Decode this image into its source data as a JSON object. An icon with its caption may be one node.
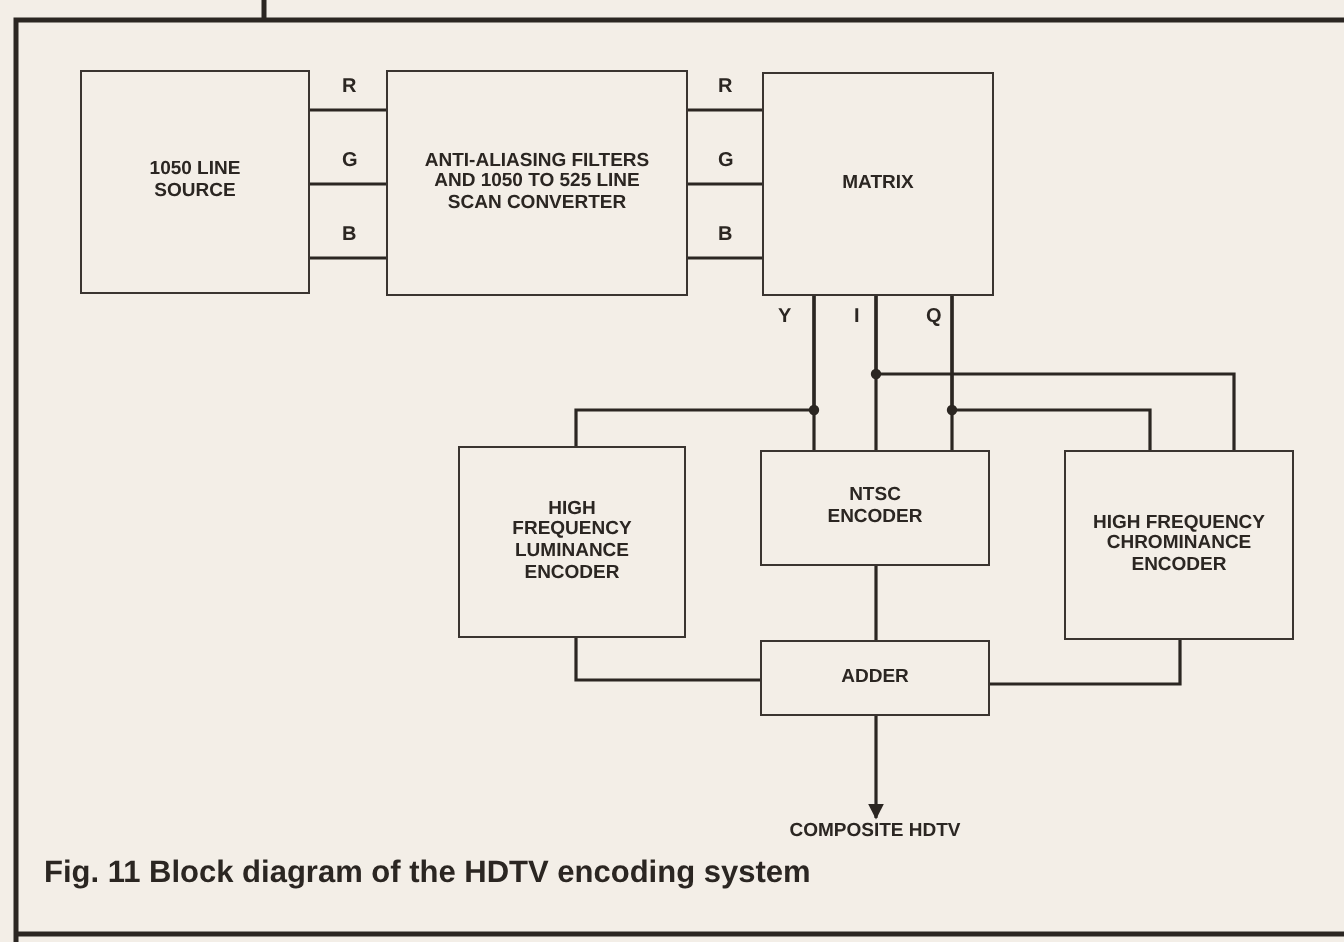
{
  "diagram": {
    "caption": "Fig. 11 Block diagram of the HDTV encoding system",
    "nodes": [
      {
        "text": [
          "1050 LINE SOURCE"
        ]
      },
      {
        "text": [
          "ANTI-ALIASING FILTERS AND 1050 TO 525 LINE SCAN CONVERTER"
        ]
      },
      {
        "text": [
          "MATRIX"
        ]
      },
      {
        "text": [
          "HIGH FREQUENCY LUMINANCE ENCODER"
        ]
      },
      {
        "text": [
          "NTSC ENCODER"
        ]
      },
      {
        "text": [
          "HIGH FREQUENCY CHROMINANCE ENCODER"
        ]
      },
      {
        "text": [
          "ADDER"
        ]
      },
      {
        "text": [
          "COMPOSITE HDTV"
        ]
      }
    ],
    "edges": [
      {
        "from": 0,
        "to": 1,
        "arrow": "none",
        "label": "R"
      },
      {
        "from": 0,
        "to": 1,
        "arrow": "none",
        "label": "G"
      },
      {
        "from": 0,
        "to": 1,
        "arrow": "none",
        "label": "B"
      },
      {
        "from": 1,
        "to": 2,
        "arrow": "none",
        "label": "R"
      },
      {
        "from": 1,
        "to": 2,
        "arrow": "none",
        "label": "G"
      },
      {
        "from": 1,
        "to": 2,
        "arrow": "none",
        "label": "B"
      },
      {
        "from": 2,
        "to": 4,
        "arrow": "none"
      },
      {
        "from": 2,
        "to": 3,
        "arrow": "none"
      },
      {
        "from": 2,
        "to": 4,
        "arrow": "none"
      },
      {
        "from": 2,
        "to": 5,
        "arrow": "none"
      },
      {
        "from": 2,
        "to": 4,
        "arrow": "none"
      },
      {
        "from": 2,
        "to": 5,
        "arrow": "none"
      },
      {
        "from": 3,
        "to": 6,
        "arrow": "none"
      },
      {
        "from": 4,
        "to": 6,
        "arrow": "none"
      },
      {
        "from": 5,
        "to": 6,
        "arrow": "none"
      },
      {
        "from": 6,
        "to": 7,
        "arrow": "to"
      }
    ],
    "labels": [
      "Y",
      "I",
      "Q"
    ]
  }
}
